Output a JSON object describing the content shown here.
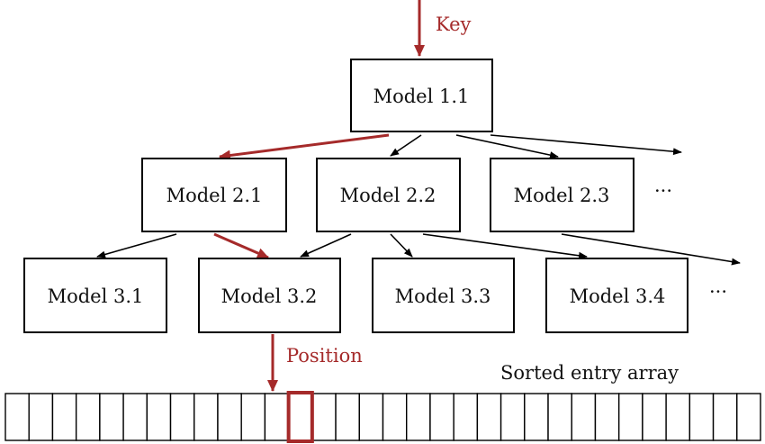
{
  "colors": {
    "accent": "#a52a2a",
    "line": "#000000"
  },
  "labels": {
    "key": "Key",
    "position": "Position",
    "array_title": "Sorted entry array",
    "ellipsis": "···"
  },
  "models": {
    "m11": "Model 1.1",
    "m21": "Model 2.1",
    "m22": "Model 2.2",
    "m23": "Model 2.3",
    "m31": "Model 3.1",
    "m32": "Model 3.2",
    "m33": "Model 3.3",
    "m34": "Model 3.4"
  },
  "array": {
    "cell_count": 32,
    "highlighted_index": 12
  }
}
